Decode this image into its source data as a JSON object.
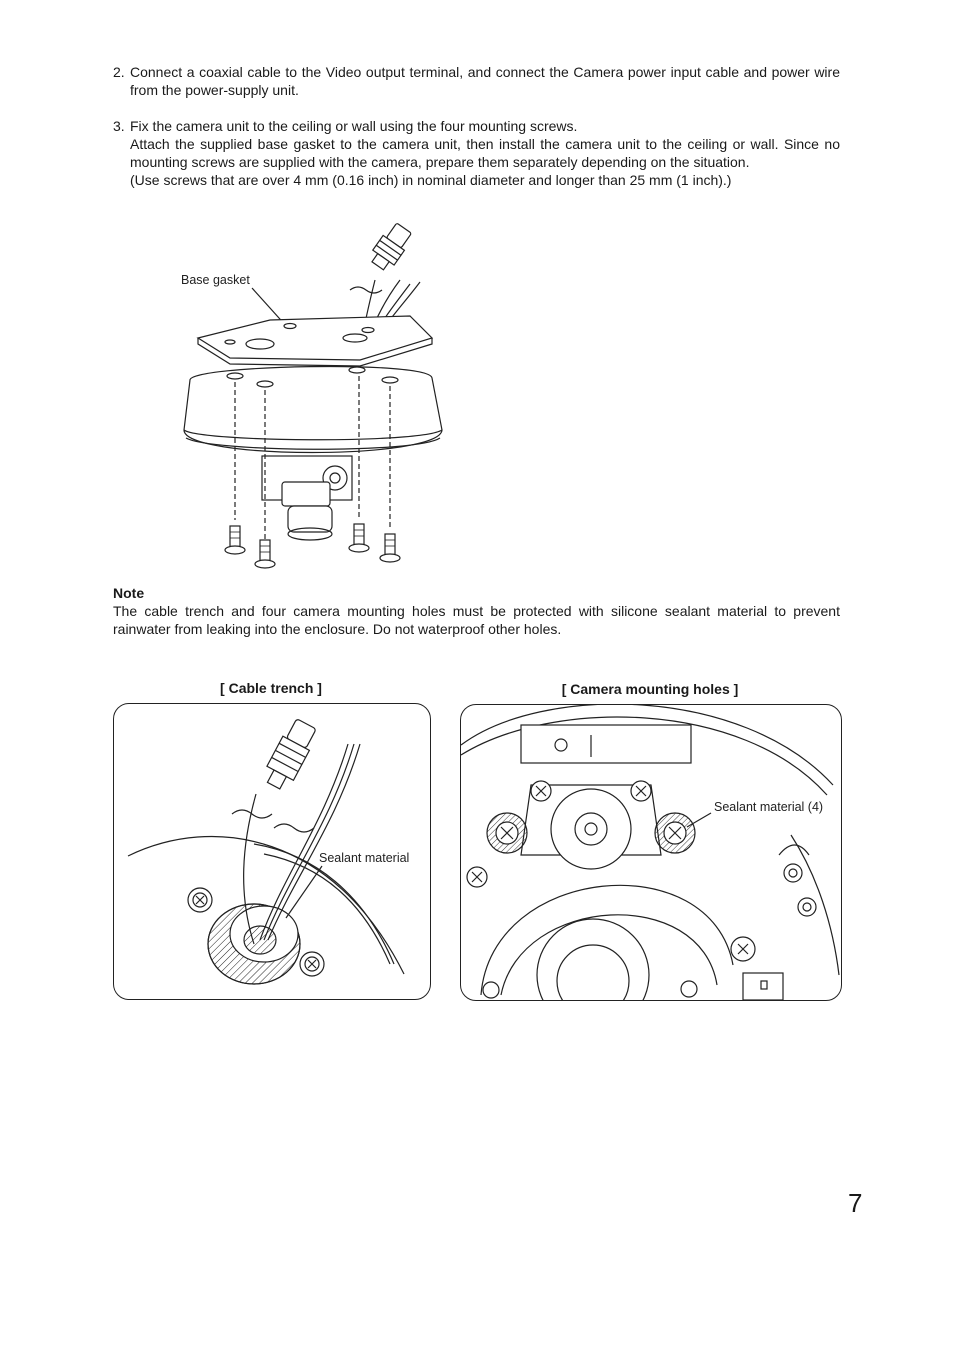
{
  "steps": [
    {
      "number": "2.",
      "lines": [
        "Connect a coaxial cable to the Video output terminal, and connect the Camera power input cable and power wire from the power-supply unit."
      ]
    },
    {
      "number": "3.",
      "lines": [
        "Fix the camera unit to the ceiling or wall using the four mounting screws.",
        "Attach the supplied base gasket to the camera unit, then install the camera unit to the ceiling or wall. Since no mounting screws are supplied with the camera, prepare them separately depending on the situation.",
        "(Use screws that are over 4 mm (0.16 inch) in nominal diameter and longer than 25 mm (1 inch).)"
      ]
    }
  ],
  "figure_main": {
    "label": "Base gasket"
  },
  "note": {
    "heading": "Note",
    "text": "The cable trench and four camera mounting holes must be protected with silicone sealant material to prevent rainwater from leaking into the enclosure. Do not waterproof other holes."
  },
  "figure_cable_trench": {
    "caption": "[ Cable trench ]",
    "label": "Sealant material"
  },
  "figure_mounting_holes": {
    "caption": "[ Camera mounting holes ]",
    "label": "Sealant material (4)"
  },
  "page_number": "7"
}
